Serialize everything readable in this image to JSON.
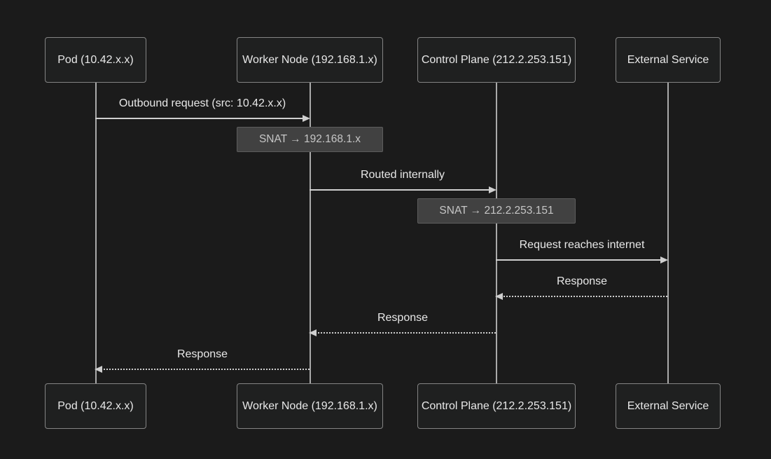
{
  "diagram_type": "sequence-diagram",
  "theme": {
    "background": "#1b1b1b",
    "actor_fill": "#1f2020",
    "actor_border": "#848484",
    "text_color": "#e8e8e8",
    "arrow_color": "#cfcfcf",
    "note_fill": "#414141",
    "note_border": "#5d5d5d",
    "note_text_color": "#c6c6c6"
  },
  "participants": [
    {
      "label": "Pod (10.42.x.x)"
    },
    {
      "label": "Worker Node (192.168.1.x)"
    },
    {
      "label": "Control Plane (212.2.253.151)"
    },
    {
      "label": "External Service"
    }
  ],
  "messages": [
    {
      "label": "Outbound request (src: 10.42.x.x)",
      "from": "Pod (10.42.x.x)",
      "to": "Worker Node (192.168.1.x)",
      "style": "solid"
    },
    {
      "label": "Routed internally",
      "from": "Worker Node (192.168.1.x)",
      "to": "Control Plane (212.2.253.151)",
      "style": "solid"
    },
    {
      "label": "Request reaches internet",
      "from": "Control Plane (212.2.253.151)",
      "to": "External Service",
      "style": "solid"
    },
    {
      "label": "Response",
      "from": "External Service",
      "to": "Control Plane (212.2.253.151)",
      "style": "dashed"
    },
    {
      "label": "Response",
      "from": "Control Plane (212.2.253.151)",
      "to": "Worker Node (192.168.1.x)",
      "style": "dashed"
    },
    {
      "label": "Response",
      "from": "Worker Node (192.168.1.x)",
      "to": "Pod (10.42.x.x)",
      "style": "dashed"
    }
  ],
  "notes": [
    {
      "label": "SNAT → 192.168.1.x",
      "over": "Worker Node (192.168.1.x)"
    },
    {
      "label": "SNAT → 212.2.253.151",
      "over": "Control Plane (212.2.253.151)"
    }
  ]
}
